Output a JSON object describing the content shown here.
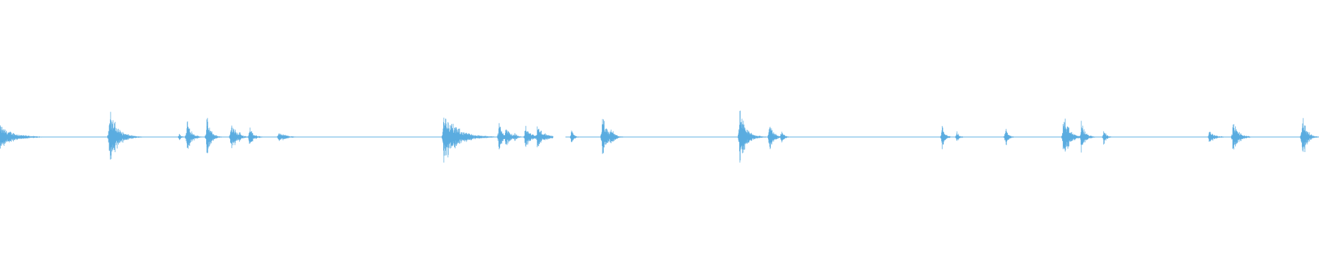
{
  "waveform": {
    "color": "#5aace0",
    "segments": [
      {
        "start": 0.0,
        "end": 0.4195
      },
      {
        "start": 0.4287,
        "end": 1.0
      }
    ],
    "bursts": [
      {
        "at": 0.0,
        "amp": 0.1,
        "decay": 0.01
      },
      {
        "at": 0.083,
        "amp": 0.24,
        "decay": 0.006
      },
      {
        "at": 0.1358,
        "amp": 0.03,
        "decay": 0.002
      },
      {
        "at": 0.1418,
        "amp": 0.17,
        "decay": 0.003
      },
      {
        "at": 0.1568,
        "amp": 0.17,
        "decay": 0.003
      },
      {
        "at": 0.1752,
        "amp": 0.13,
        "decay": 0.004
      },
      {
        "at": 0.1815,
        "amp": 0.05,
        "decay": 0.002
      },
      {
        "at": 0.1892,
        "amp": 0.09,
        "decay": 0.003
      },
      {
        "at": 0.2112,
        "amp": 0.05,
        "decay": 0.005
      },
      {
        "at": 0.3363,
        "amp": 0.22,
        "decay": 0.01
      },
      {
        "at": 0.3603,
        "amp": 0.02,
        "decay": 0.002
      },
      {
        "at": 0.3783,
        "amp": 0.13,
        "decay": 0.003
      },
      {
        "at": 0.3833,
        "amp": 0.09,
        "decay": 0.004
      },
      {
        "at": 0.3903,
        "amp": 0.04,
        "decay": 0.002
      },
      {
        "at": 0.3983,
        "amp": 0.1,
        "decay": 0.004
      },
      {
        "at": 0.4073,
        "amp": 0.1,
        "decay": 0.005
      },
      {
        "at": 0.4333,
        "amp": 0.06,
        "decay": 0.002
      },
      {
        "at": 0.4568,
        "amp": 0.2,
        "decay": 0.003
      },
      {
        "at": 0.4628,
        "amp": 0.09,
        "decay": 0.003
      },
      {
        "at": 0.5608,
        "amp": 0.22,
        "decay": 0.005
      },
      {
        "at": 0.5833,
        "amp": 0.13,
        "decay": 0.003
      },
      {
        "at": 0.5923,
        "amp": 0.07,
        "decay": 0.002
      },
      {
        "at": 0.7143,
        "amp": 0.13,
        "decay": 0.002
      },
      {
        "at": 0.7253,
        "amp": 0.05,
        "decay": 0.002
      },
      {
        "at": 0.7623,
        "amp": 0.09,
        "decay": 0.002
      },
      {
        "at": 0.8063,
        "amp": 0.21,
        "decay": 0.004
      },
      {
        "at": 0.8198,
        "amp": 0.13,
        "decay": 0.003
      },
      {
        "at": 0.8368,
        "amp": 0.07,
        "decay": 0.002
      },
      {
        "at": 0.9168,
        "amp": 0.06,
        "decay": 0.004
      },
      {
        "at": 0.9348,
        "amp": 0.14,
        "decay": 0.004
      },
      {
        "at": 0.9873,
        "amp": 0.22,
        "decay": 0.003
      }
    ]
  }
}
